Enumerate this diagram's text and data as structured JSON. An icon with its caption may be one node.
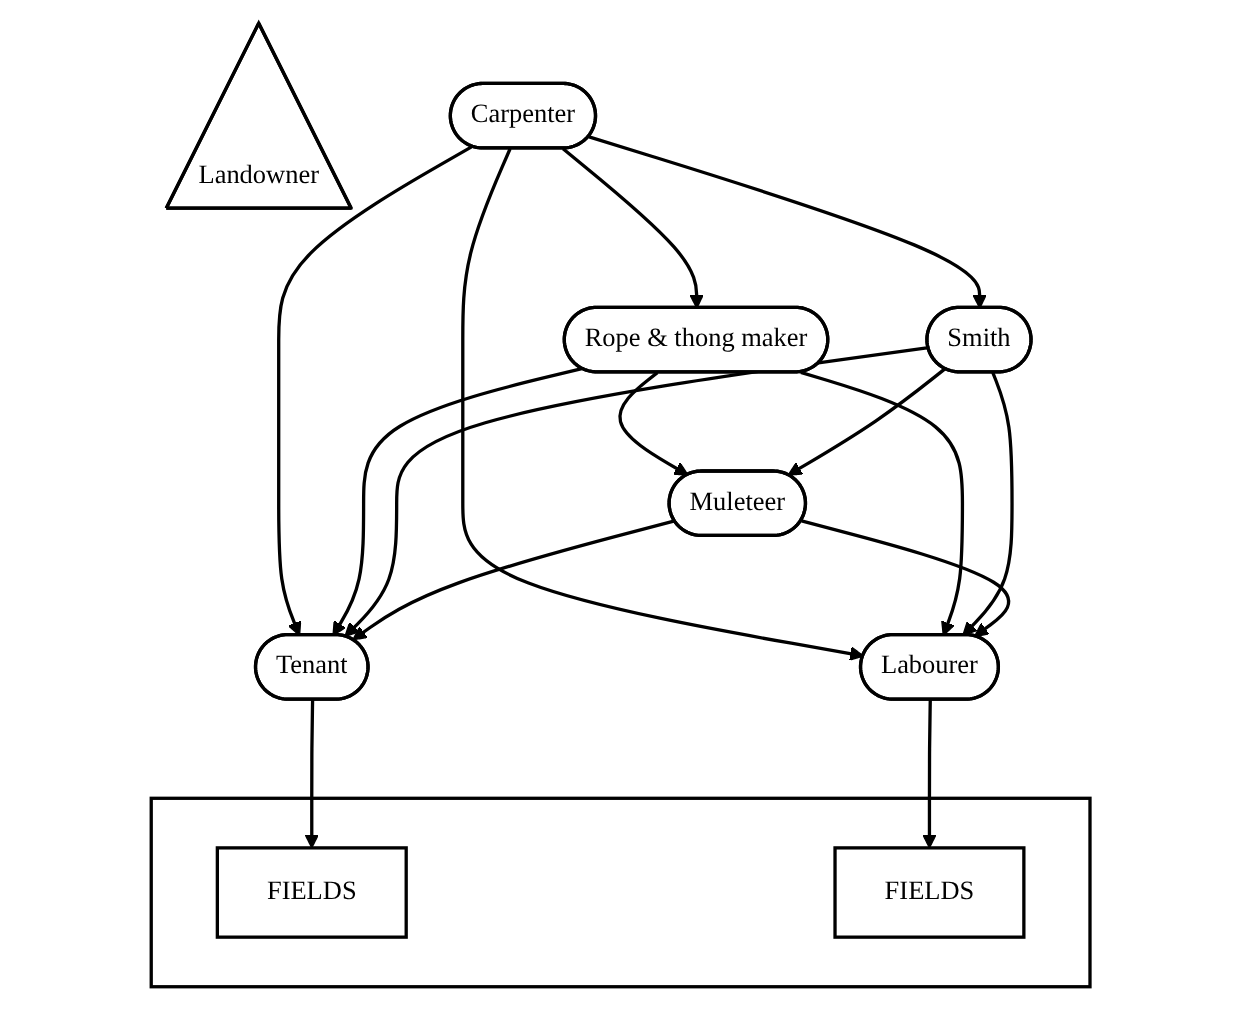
{
  "diagram": {
    "nodes": [
      {
        "text": [
          "Landowner"
        ]
      },
      {
        "text": [
          "Carpenter"
        ]
      },
      {
        "text": [
          "Rope & thong maker"
        ]
      },
      {
        "text": [
          "Smith"
        ]
      },
      {
        "text": [
          "Tenant"
        ]
      },
      {
        "text": [
          "Muleteer"
        ]
      },
      {
        "text": [
          "Labourer"
        ]
      },
      {
        "text": [],
        "shape": "box"
      },
      {
        "text": [
          "FIELDS"
        ],
        "in": 7
      },
      {
        "text": [
          "FIELDS"
        ],
        "in": 7
      }
    ],
    "edges": [
      {
        "from": 1,
        "to": 2,
        "arrow": "to"
      },
      {
        "from": 1,
        "to": 3,
        "arrow": "to"
      },
      {
        "from": 1,
        "to": 4,
        "arrow": "to"
      },
      {
        "from": 1,
        "to": 6,
        "arrow": "to"
      },
      {
        "from": 2,
        "to": 5,
        "arrow": "to"
      },
      {
        "from": 2,
        "to": 4,
        "arrow": "to"
      },
      {
        "from": 2,
        "to": 6,
        "arrow": "to"
      },
      {
        "from": 3,
        "to": 4,
        "arrow": "to"
      },
      {
        "from": 3,
        "to": 5,
        "arrow": "to"
      },
      {
        "from": 3,
        "to": 6,
        "arrow": "to"
      },
      {
        "from": 5,
        "to": 4,
        "arrow": "to"
      },
      {
        "from": 5,
        "to": 6,
        "arrow": "to"
      },
      {
        "from": 4,
        "to": 8,
        "arrow": "to"
      },
      {
        "from": 6,
        "to": 9,
        "arrow": "to"
      }
    ]
  }
}
